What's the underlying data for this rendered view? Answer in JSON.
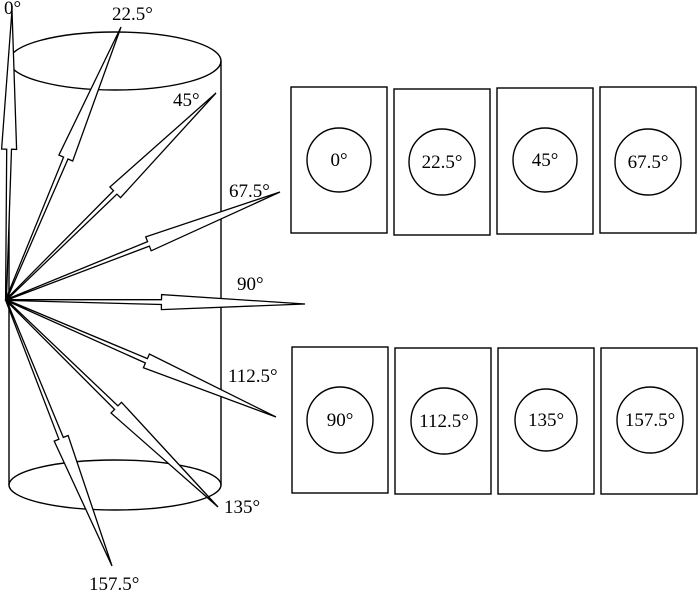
{
  "arrow_labels": [
    "0°",
    "22.5°",
    "45°",
    "67.5°",
    "90°",
    "112.5°",
    "135°",
    "157.5°"
  ],
  "panel_labels": [
    "0°",
    "22.5°",
    "45°",
    "67.5°",
    "90°",
    "112.5°",
    "135°",
    "157.5°"
  ]
}
